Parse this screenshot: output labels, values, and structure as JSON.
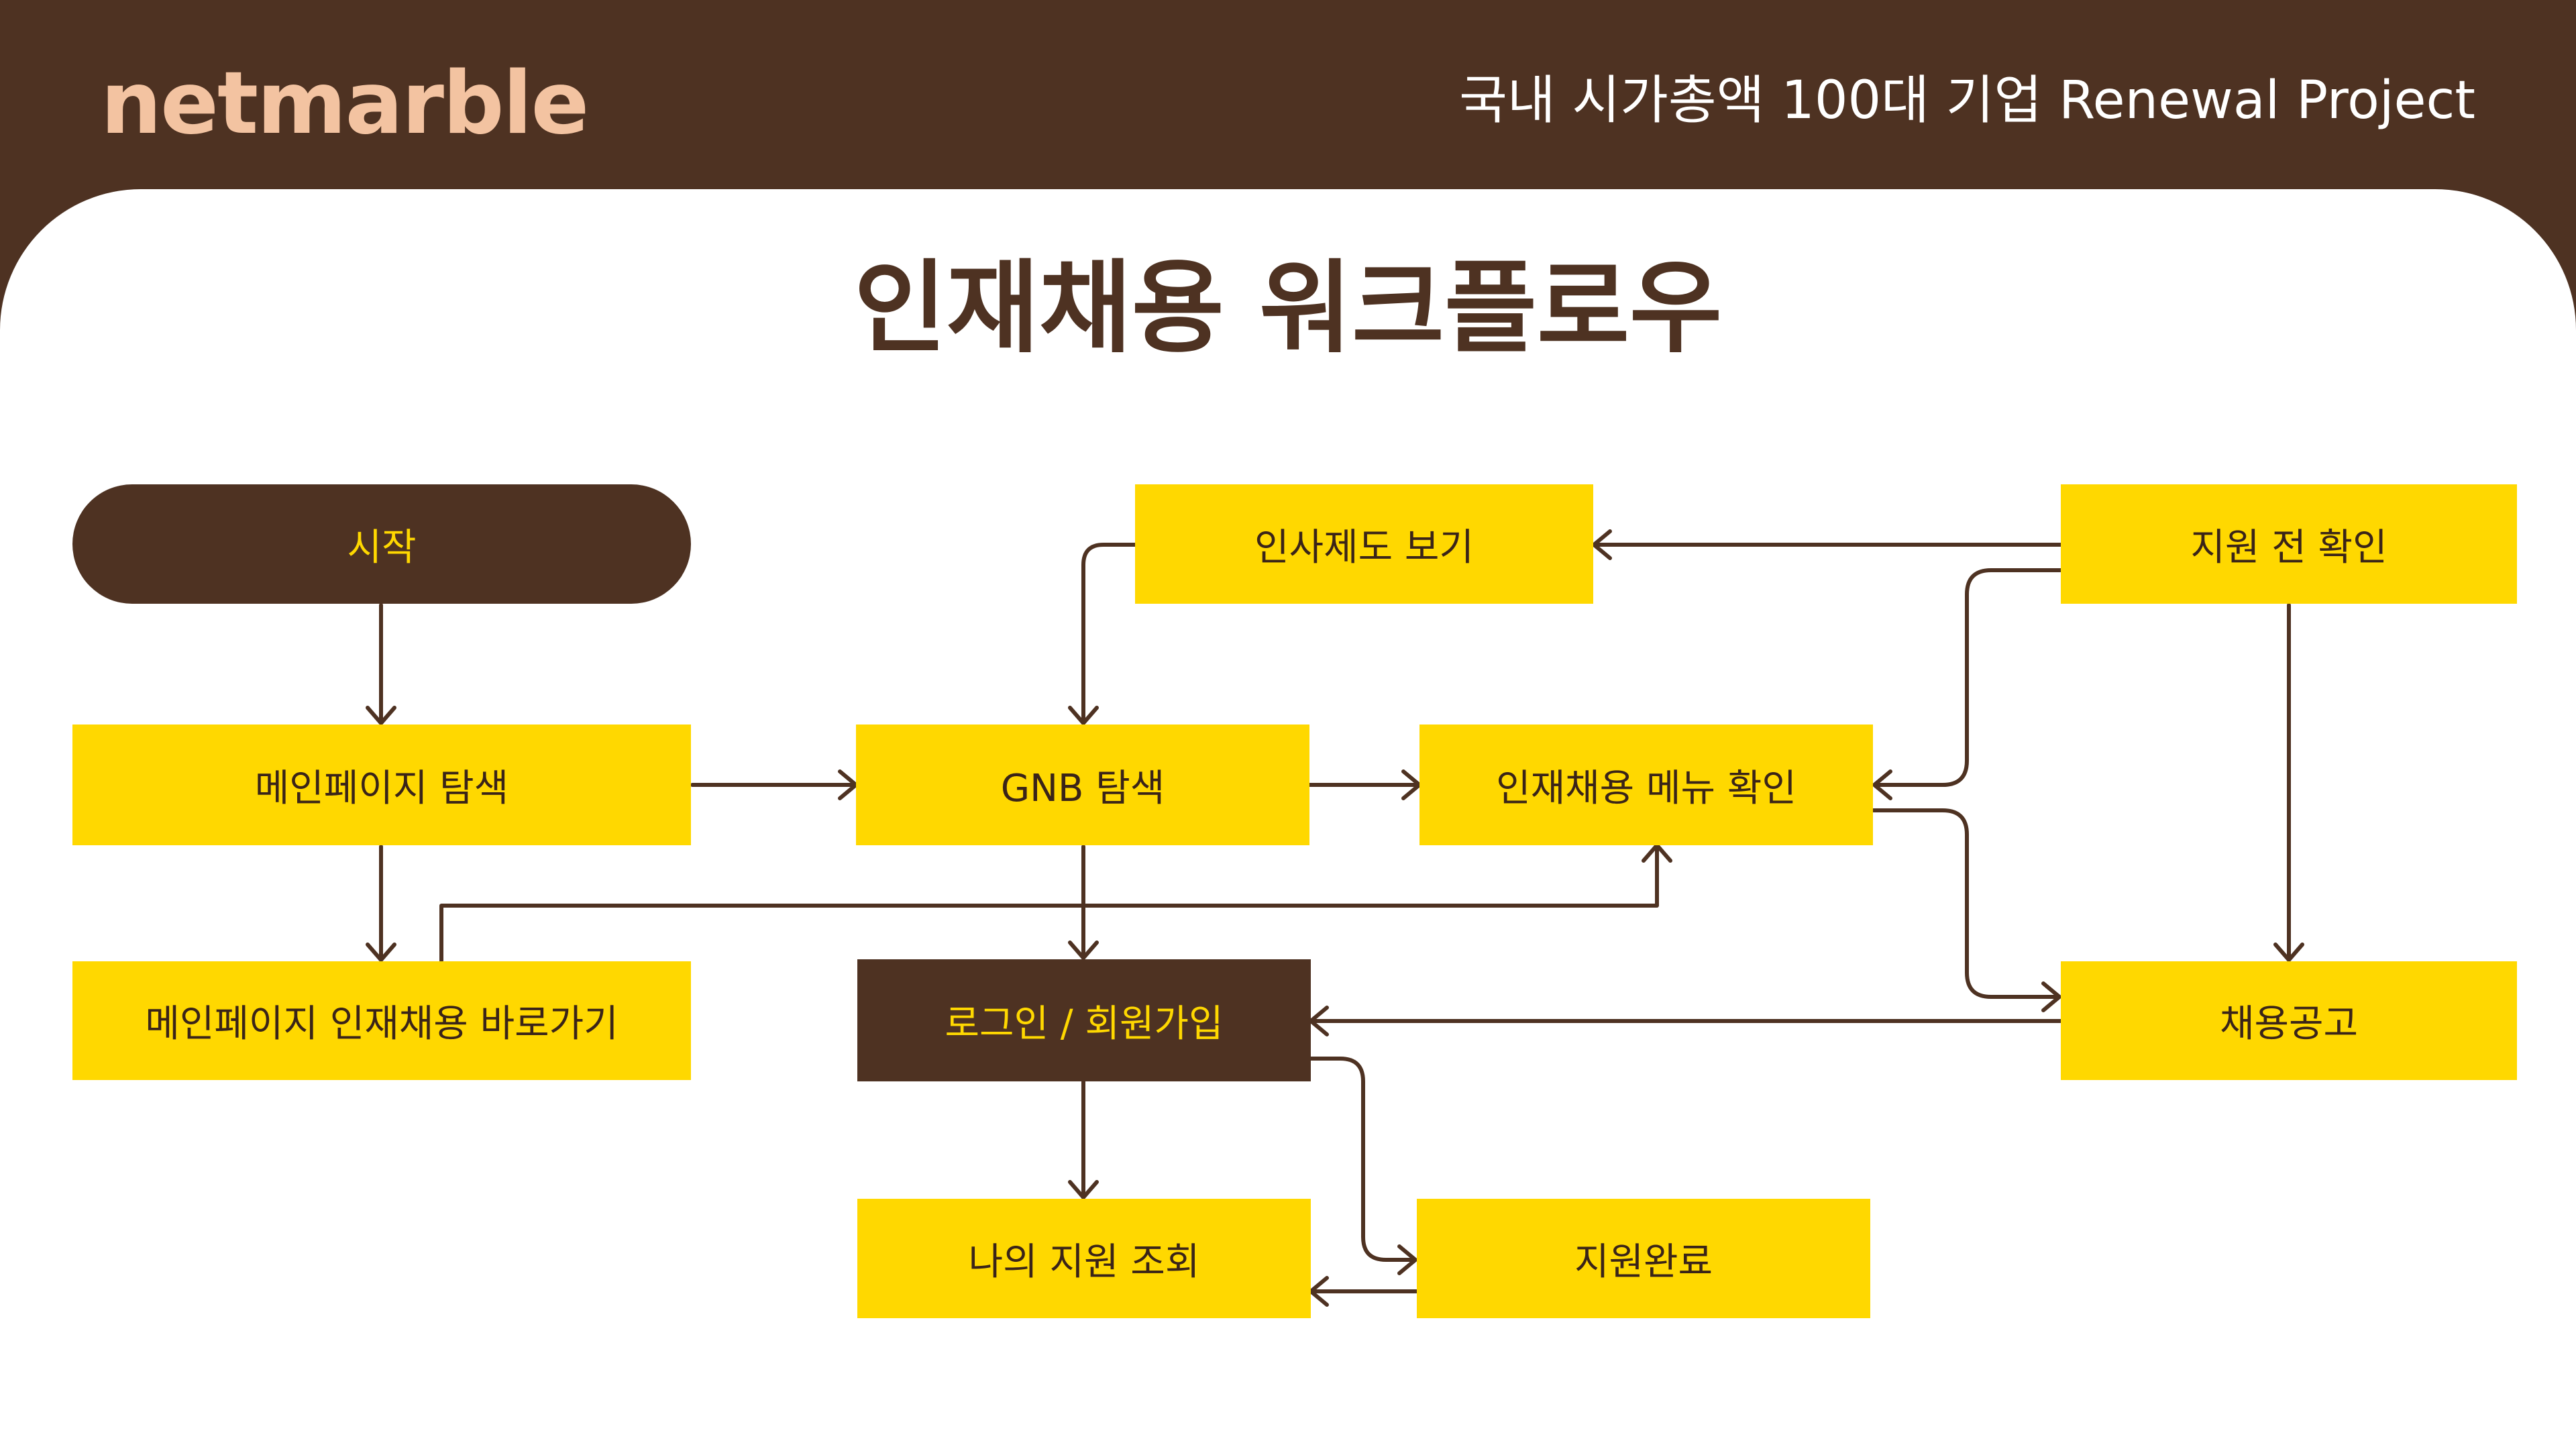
{
  "header": {
    "logo": "netmarble",
    "project": "국내 시가총액 100대 기업 Renewal Project"
  },
  "title": "인재채용 워크플로우",
  "colors": {
    "brown": "#4e3222",
    "yellow": "#ffd800",
    "logo": "#f3c3a1",
    "line": "#4e3222"
  },
  "nodes": {
    "start": "시작",
    "main_search": "메인페이지 탐색",
    "main_shortcut": "메인페이지 인재채용 바로가기",
    "hr_policy": "인사제도 보기",
    "gnb": "GNB 탐색",
    "login": "로그인 / 회원가입",
    "my_apply": "나의 지원 조회",
    "menu_check": "인재채용 메뉴 확인",
    "apply_done": "지원완료",
    "pre_check": "지원 전 확인",
    "job_post": "채용공고"
  },
  "edges": [
    {
      "from": "start",
      "to": "main_search"
    },
    {
      "from": "main_search",
      "to": "gnb"
    },
    {
      "from": "main_search",
      "to": "main_shortcut"
    },
    {
      "from": "main_shortcut",
      "to": "menu_check"
    },
    {
      "from": "hr_policy",
      "to": "gnb"
    },
    {
      "from": "gnb",
      "to": "menu_check"
    },
    {
      "from": "gnb",
      "to": "login"
    },
    {
      "from": "pre_check",
      "to": "hr_policy"
    },
    {
      "from": "pre_check",
      "to": "menu_check"
    },
    {
      "from": "pre_check",
      "to": "job_post"
    },
    {
      "from": "menu_check",
      "to": "job_post"
    },
    {
      "from": "job_post",
      "to": "login"
    },
    {
      "from": "login",
      "to": "my_apply"
    },
    {
      "from": "login",
      "to": "apply_done"
    },
    {
      "from": "apply_done",
      "to": "my_apply"
    }
  ]
}
